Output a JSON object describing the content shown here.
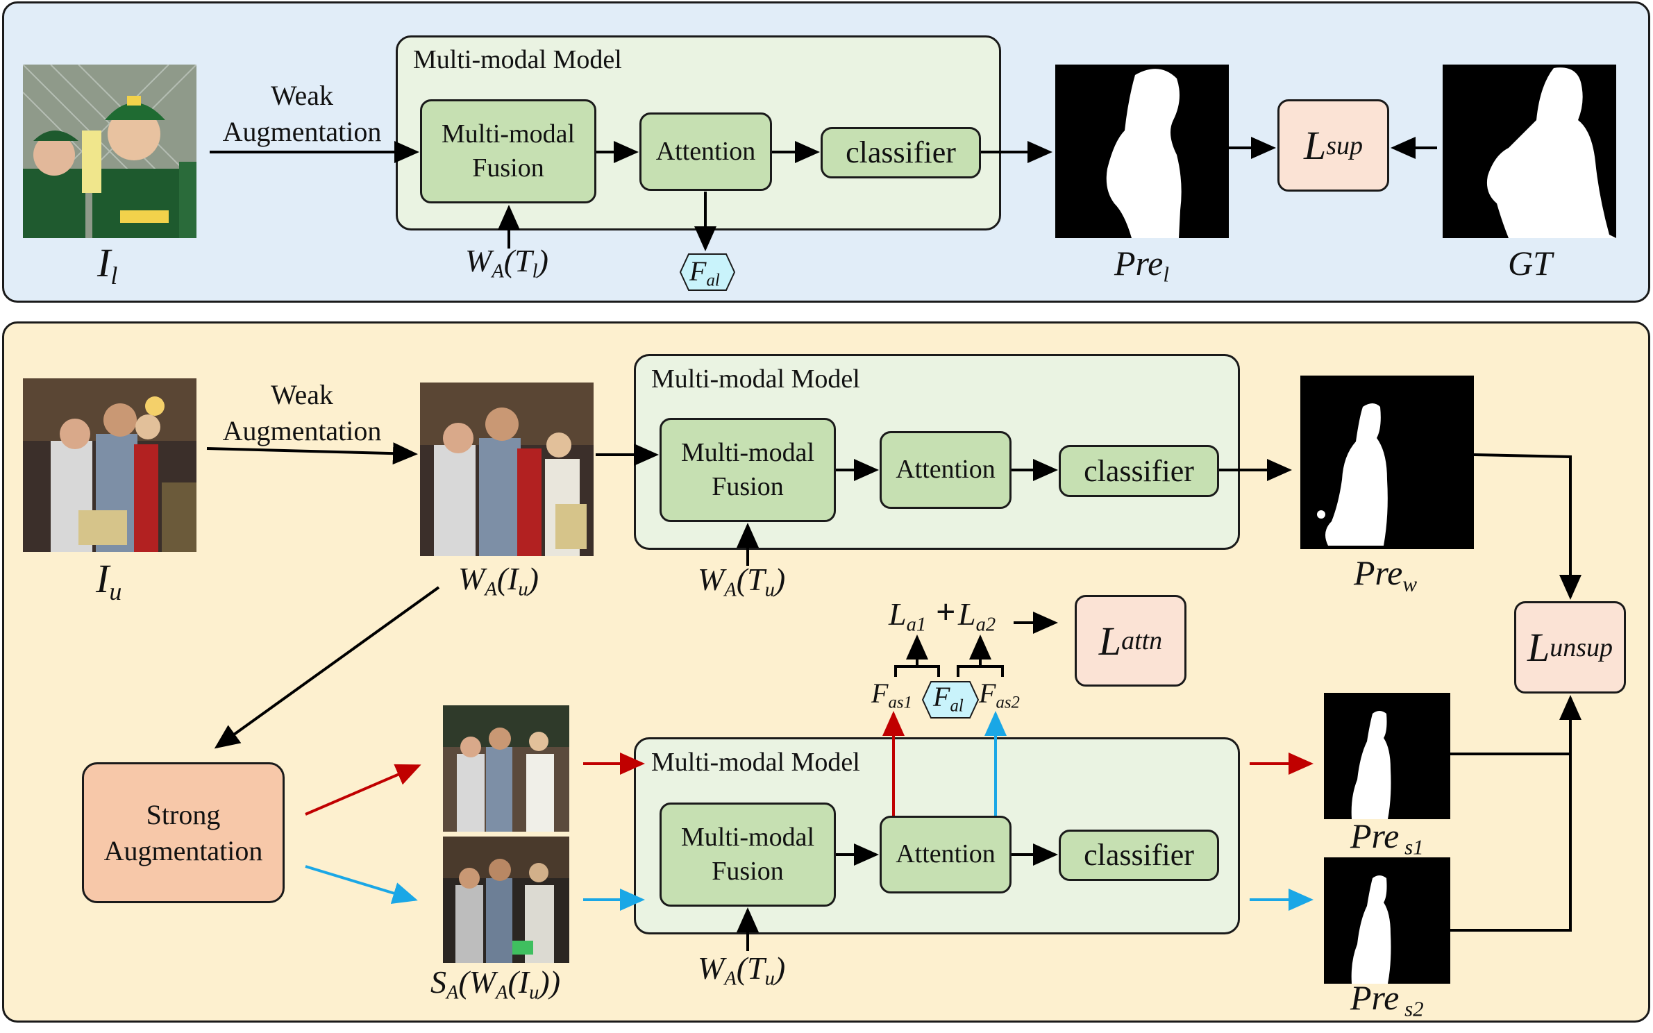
{
  "top": {
    "input_label_main": "I",
    "input_label_sub": "l",
    "weak_aug": "Weak\nAugmentation",
    "model_title": "Multi-modal Model",
    "fusion": "Multi-modal\nFusion",
    "attention": "Attention",
    "classifier": "classifier",
    "text_label": {
      "pre": "W",
      "sub1": "A",
      "mid": "(T",
      "sub2": "l",
      "post": ")"
    },
    "feature": {
      "main": "F",
      "sub": "al"
    },
    "pred_label": {
      "main": "Pre",
      "sub": "l"
    },
    "loss": {
      "main": "L",
      "sub": "sup"
    },
    "gt_label": "GT"
  },
  "bottom": {
    "input_label_main": "I",
    "input_label_sub": "u",
    "weak_aug": "Weak\nAugmentation",
    "weak_img_label": {
      "pre": "W",
      "sub1": "A",
      "mid": "(I",
      "sub2": "u",
      "post": ")"
    },
    "strong_aug": "Strong\nAugmentation",
    "strong_img_label": {
      "pre": "S",
      "sub1": "A",
      "mid": "(W",
      "sub2": "A",
      "mid2": "(I",
      "sub3": "u",
      "post": "))"
    },
    "model_title_1": "Multi-modal Model",
    "model_title_2": "Multi-modal Model",
    "fusion": "Multi-modal\nFusion",
    "attention": "Attention",
    "classifier": "classifier",
    "text_label": {
      "pre": "W",
      "sub1": "A",
      "mid": "(T",
      "sub2": "u",
      "post": ")"
    },
    "pred_w": {
      "main": "Pre",
      "sub": "w"
    },
    "pred_s1": {
      "main": "Pre",
      "sub": " s1"
    },
    "pred_s2": {
      "main": "Pre",
      "sub": " s2"
    },
    "loss_unsup": {
      "main": "L",
      "sub": "unsup"
    },
    "loss_attn": {
      "main": "L",
      "sub": "attn"
    },
    "la1": {
      "main": "L",
      "sub": "a1"
    },
    "plus": "+",
    "la2": {
      "main": "L",
      "sub": "a2"
    },
    "fas1": {
      "main": "F",
      "sub": "as1"
    },
    "fal": {
      "main": "F",
      "sub": "al"
    },
    "fas2": {
      "main": "F",
      "sub": "as2"
    }
  },
  "colors": {
    "top_panel": "#e1edf8",
    "bottom_panel": "#fdf0cf",
    "module_fill": "#c6e0b2",
    "model_fill": "#eaf3e2",
    "loss_fill": "#fbe3d5",
    "strong_fill": "#f7c8a9",
    "feature_fill": "#c9f3fb",
    "red_arrow": "#c00000",
    "blue_arrow": "#1aa7e6"
  }
}
